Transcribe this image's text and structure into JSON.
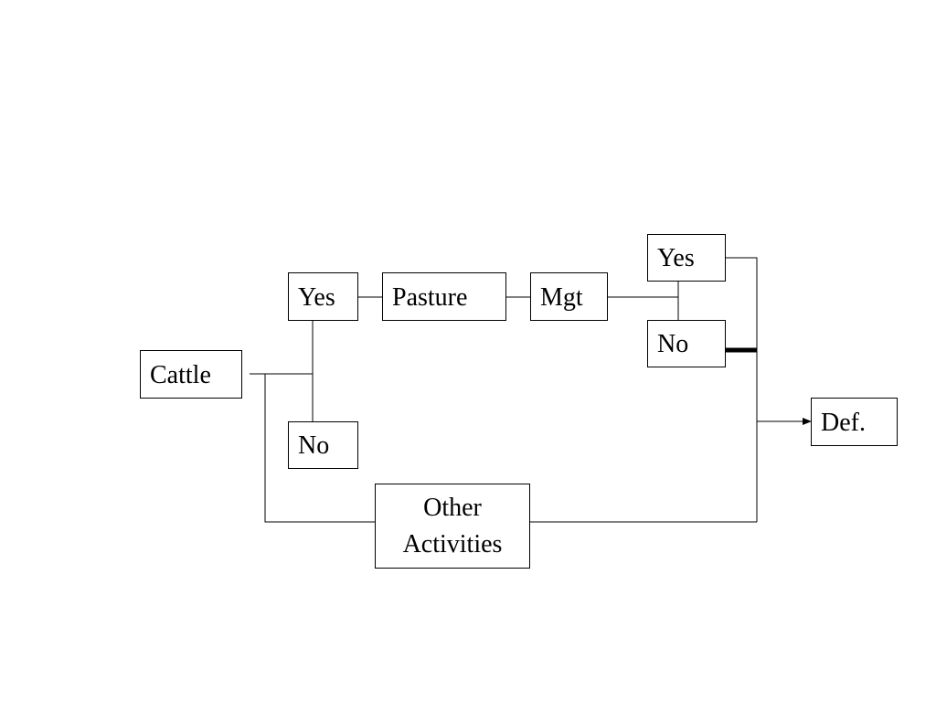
{
  "nodes": {
    "cattle": "Cattle",
    "yes_top": "Yes",
    "no_middle": "No",
    "pasture": "Pasture",
    "mgt": "Mgt",
    "yes_right": "Yes",
    "no_right": "No",
    "def": "Def.",
    "other_line1": "Other",
    "other_line2": "Activities"
  }
}
